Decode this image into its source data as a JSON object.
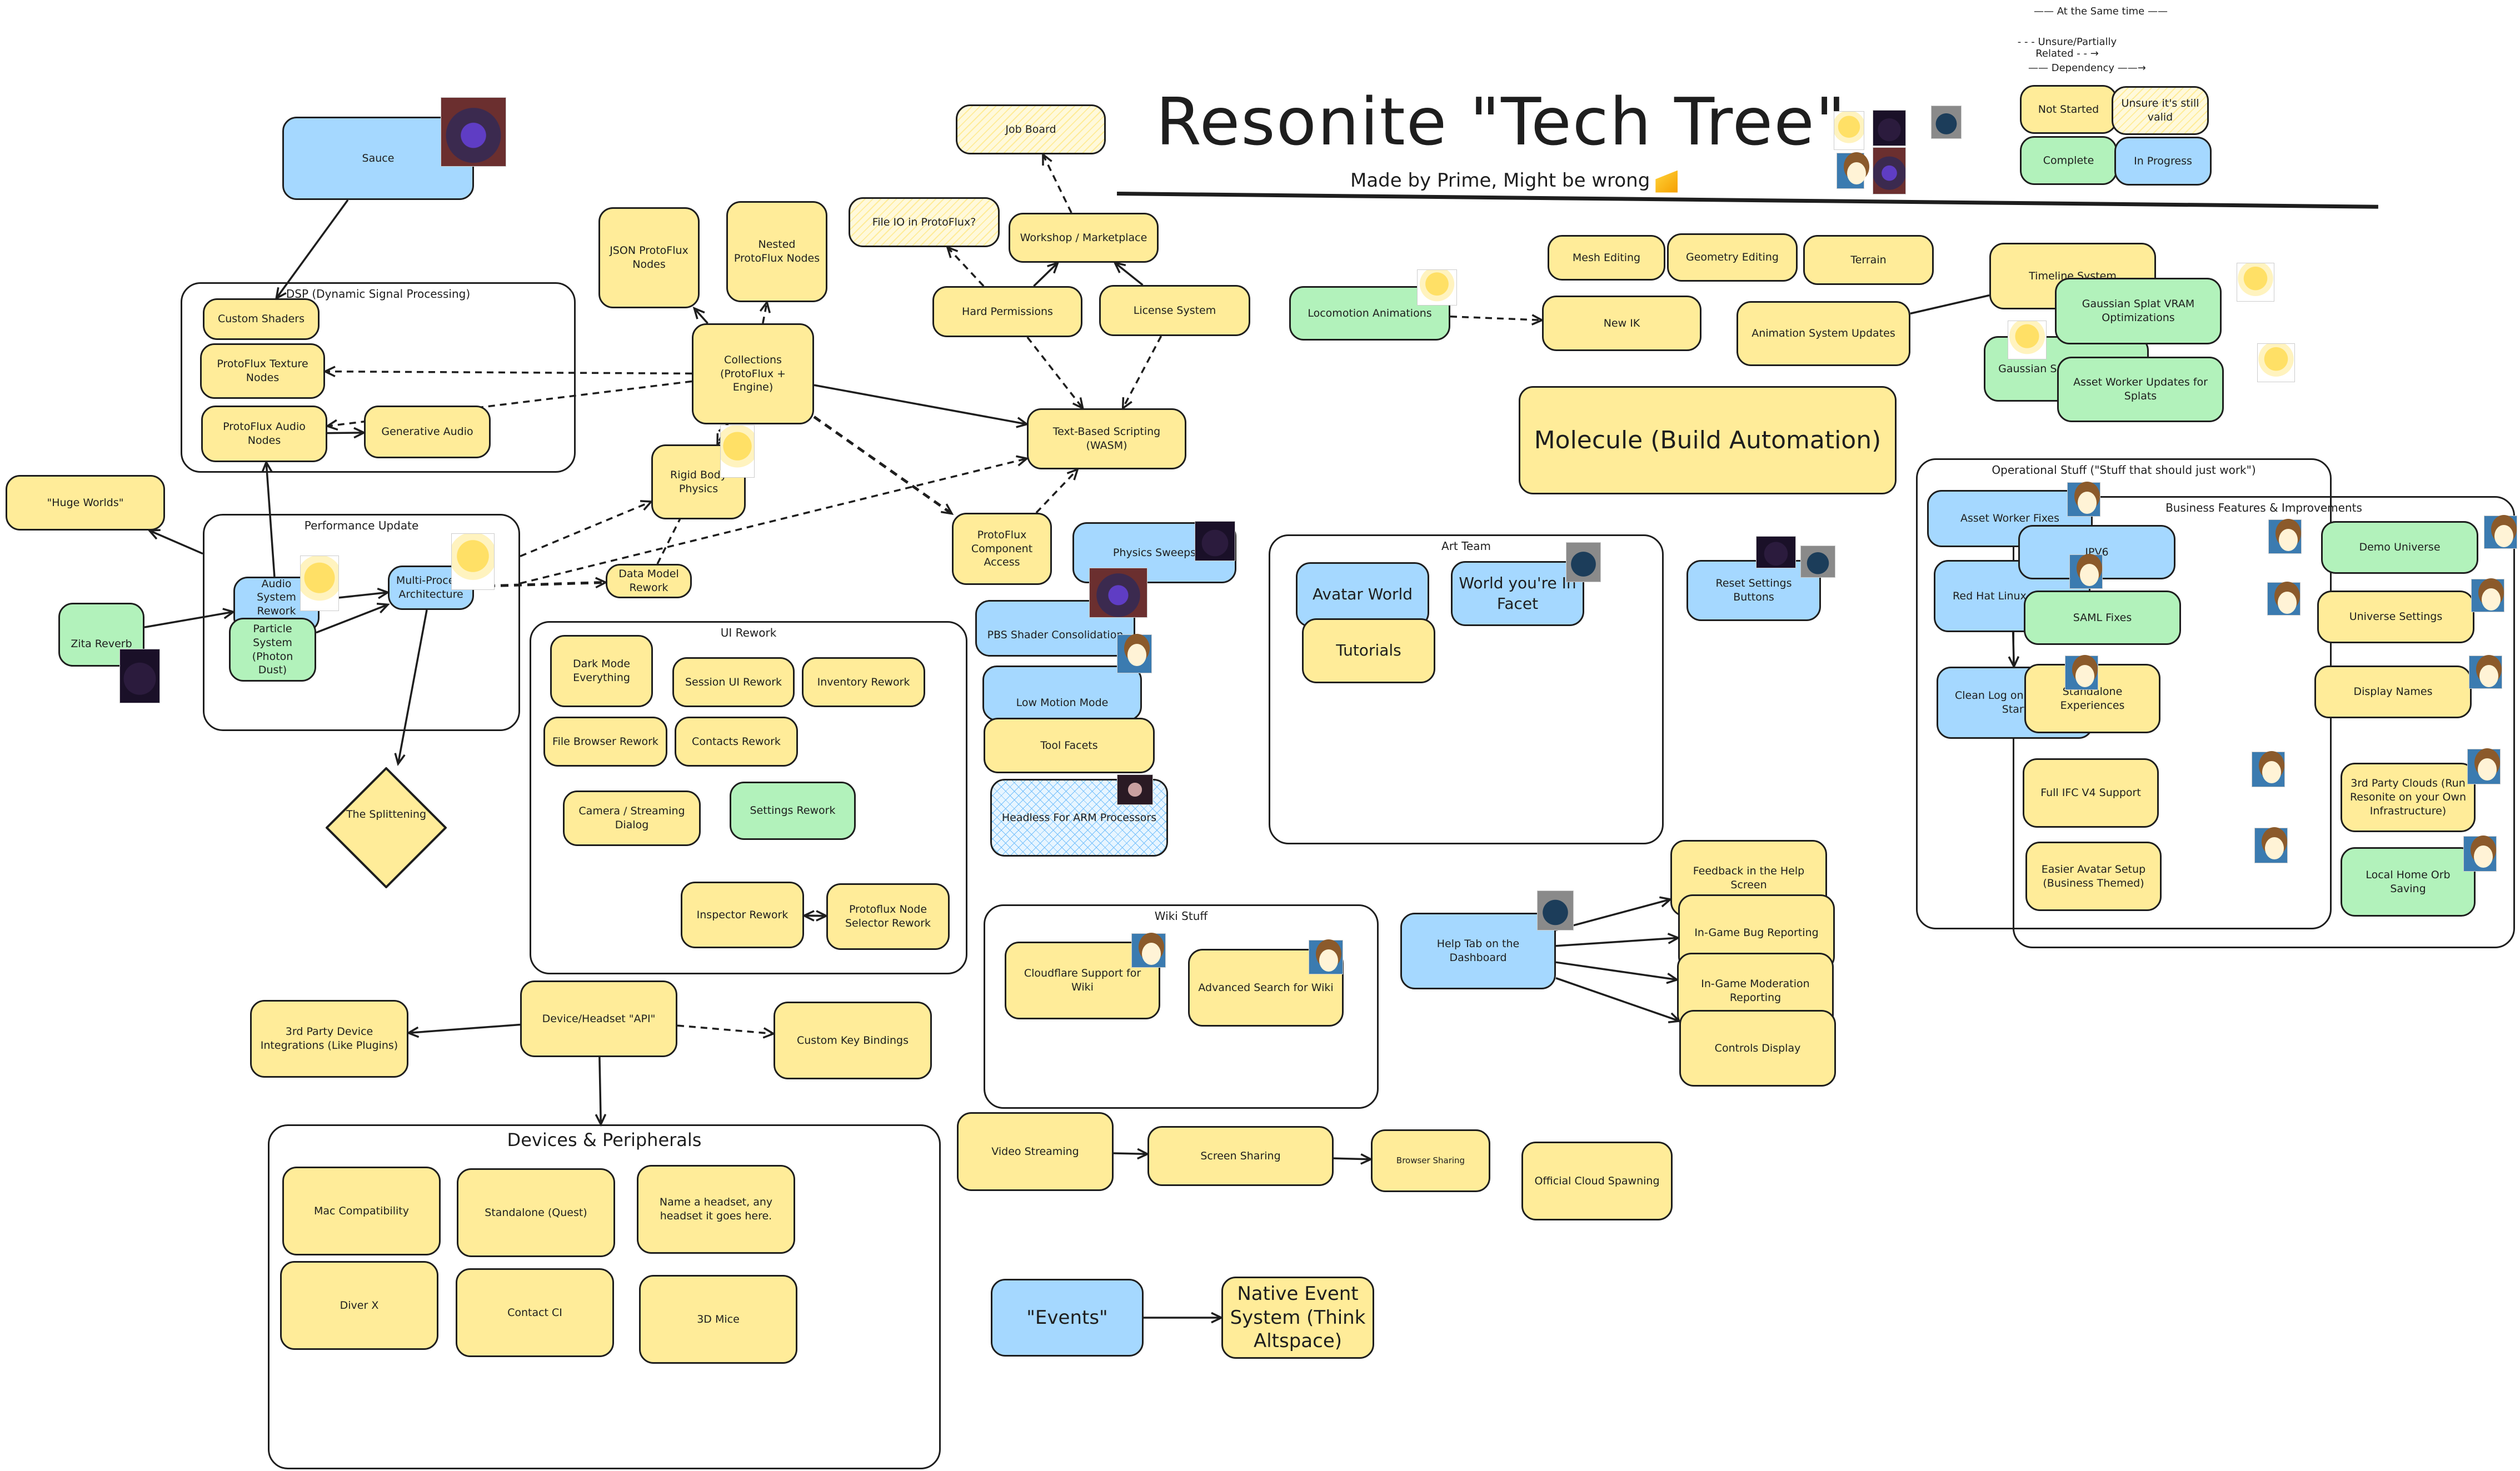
{
  "title": "Resonite \"Tech Tree\"",
  "subtitle": "Made by Prime, Might be wrong",
  "colors": {
    "not_started": "#ffec99",
    "complete": "#b2f2bb",
    "in_progress": "#a5d8ff",
    "stroke": "#1e1e1e"
  },
  "legend": {
    "same_time": "At the Same time",
    "unsure": "Unsure/Partially Related",
    "dependency": "Dependency",
    "not_started": "Not Started",
    "unsure_valid": "Unsure it's still valid",
    "complete": "Complete",
    "in_progress": "In Progress"
  },
  "groups": {
    "dsp": "DSP (Dynamic Signal Processing)",
    "performance": "Performance Update",
    "ui_rework": "UI Rework",
    "wiki": "Wiki Stuff",
    "art_team": "Art Team",
    "operational": "Operational Stuff (\"Stuff that should just work\")",
    "business": "Business Features & Improvements",
    "devices": "Devices & Peripherals"
  },
  "nodes": {
    "sauce": "Sauce",
    "custom_shaders": "Custom Shaders",
    "pf_texture": "ProtoFlux Texture Nodes",
    "pf_audio": "ProtoFlux Audio Nodes",
    "gen_audio": "Generative Audio",
    "huge_worlds": "\"Huge Worlds\"",
    "audio_rework": "Audio System Rework (Awwdio)",
    "multi_process": "Multi-Process Architecture",
    "particle": "Particle System (Photon Dust)",
    "zita": "Zita Reverb",
    "splittening": "The Splittening",
    "json_pf": "JSON ProtoFlux Nodes",
    "nested_pf": "Nested ProtoFlux Nodes",
    "collections": "Collections (ProtoFlux + Engine)",
    "rigid_body": "Rigid Body Physics",
    "data_model": "Data Model Rework",
    "job_board": "Job Board",
    "file_io": "File IO in ProtoFlux?",
    "workshop": "Workshop / Marketplace",
    "hard_perms": "Hard Permissions",
    "license": "License System",
    "wasm": "Text-Based Scripting (WASM)",
    "pf_component": "ProtoFlux Component Access",
    "physics_sweeps": "Physics Sweeps",
    "pbs": "PBS Shader Consolidation",
    "low_motion": "Low Motion Mode",
    "tool_facets": "Tool Facets",
    "headless_arm": "Headless For ARM Processors",
    "dark_mode": "Dark Mode Everything",
    "session_ui": "Session UI Rework",
    "inventory": "Inventory Rework",
    "file_browser": "File Browser Rework",
    "contacts": "Contacts Rework",
    "camera": "Camera / Streaming Dialog",
    "settings": "Settings Rework",
    "inspector": "Inspector Rework",
    "pf_selector": "Protoflux Node Selector Rework",
    "cloudflare": "Cloudflare Support for Wiki",
    "adv_search": "Advanced Search for Wiki",
    "device_api": "Device/Headset \"API\"",
    "third_party_dev": "3rd Party Device Integrations (Like Plugins)",
    "custom_keys": "Custom Key Bindings",
    "mac": "Mac Compatibility",
    "standalone_quest": "Standalone (Quest)",
    "name_headset": "Name a headset, any headset it goes here.",
    "diver_x": "Diver X",
    "contact_ci": "Contact CI",
    "mice_3d": "3D Mice",
    "video_streaming": "Video Streaming",
    "screen_sharing": "Screen Sharing",
    "browser_sharing": "Browser Sharing",
    "cloud_spawning": "Official Cloud Spawning",
    "events": "\"Events\"",
    "native_events": "Native Event System (Think Altspace)",
    "locomotion": "Locomotion Animations",
    "mesh_editing": "Mesh Editing",
    "geometry_editing": "Geometry Editing",
    "terrain": "Terrain",
    "new_ik": "New IK",
    "anim_updates": "Animation System Updates",
    "timeline": "Timeline System",
    "gs_render": "Gaussian Splat Rendering",
    "gs_vram": "Gaussian Splat VRAM Optimizations",
    "gs_asset": "Asset Worker Updates for Splats",
    "molecule": "Molecule (Build Automation)",
    "avatar_world": "Avatar World",
    "world_facet": "World you're In Facet",
    "tutorials": "Tutorials",
    "reset_settings": "Reset Settings Buttons",
    "help_tab": "Help Tab on the Dashboard",
    "feedback_help": "Feedback in the Help Screen",
    "bug_report": "In-Game Bug Reporting",
    "mod_report": "In-Game Moderation Reporting",
    "controls_display": "Controls Display",
    "asset_worker_fixes": "Asset Worker Fixes",
    "redhat": "Red Hat Linux Support",
    "clean_log": "Clean Log on Headless Start",
    "ipv6": "IPV6",
    "saml": "SAML Fixes",
    "standalone_exp": "Standalone Experiences",
    "ifc": "Full IFC V4 Support",
    "easier_avatar": "Easier Avatar Setup (Business Themed)",
    "demo_universe": "Demo Universe",
    "universe_settings": "Universe Settings",
    "display_names": "Display Names",
    "third_party_clouds": "3rd Party Clouds (Run Resonite on your Own Infrastructure)",
    "home_orb": "Local Home Orb Saving"
  },
  "edges": [
    {
      "from": "sauce",
      "to": "custom_shaders",
      "style": "solid"
    },
    {
      "from": "pf_audio",
      "to": "gen_audio",
      "style": "solid"
    },
    {
      "from": "collections",
      "to": "pf_texture",
      "style": "dashed"
    },
    {
      "from": "collections",
      "to": "pf_audio",
      "style": "dashed"
    },
    {
      "from": "collections",
      "to": "json_pf",
      "style": "solid"
    },
    {
      "from": "collections",
      "to": "nested_pf",
      "style": "dashed"
    },
    {
      "from": "collections",
      "to": "wasm",
      "style": "solid"
    },
    {
      "from": "collections",
      "to": "rigid_body",
      "style": "dashed"
    },
    {
      "from": "collections",
      "to": "pf_component",
      "style": "dashed-bold"
    },
    {
      "from": "data_model",
      "to": "collections",
      "style": "dashed"
    },
    {
      "from": "performance",
      "to": "wasm",
      "style": "dashed"
    },
    {
      "from": "performance",
      "to": "rigid_body",
      "style": "dashed"
    },
    {
      "from": "multi_process",
      "to": "data_model",
      "style": "dashed-bold"
    },
    {
      "from": "hard_perms",
      "to": "file_io",
      "style": "dashed"
    },
    {
      "from": "hard_perms",
      "to": "workshop",
      "style": "solid"
    },
    {
      "from": "license",
      "to": "workshop",
      "style": "solid"
    },
    {
      "from": "workshop",
      "to": "job_board",
      "style": "dashed"
    },
    {
      "from": "hard_perms",
      "to": "wasm",
      "style": "dashed"
    },
    {
      "from": "license",
      "to": "wasm",
      "style": "dashed"
    },
    {
      "from": "pf_component",
      "to": "wasm",
      "style": "dashed"
    },
    {
      "from": "zita",
      "to": "audio_rework",
      "style": "solid"
    },
    {
      "from": "audio_rework",
      "to": "multi_process",
      "style": "solid"
    },
    {
      "from": "particle",
      "to": "multi_process",
      "style": "solid"
    },
    {
      "from": "audio_rework",
      "to": "pf_audio",
      "style": "solid"
    },
    {
      "from": "performance",
      "to": "huge_worlds",
      "style": "solid"
    },
    {
      "from": "multi_process",
      "to": "splittening",
      "style": "solid"
    },
    {
      "from": "inspector",
      "to": "pf_selector",
      "style": "solid"
    },
    {
      "from": "pf_selector",
      "to": "inspector",
      "style": "solid"
    },
    {
      "from": "device_api",
      "to": "third_party_dev",
      "style": "solid"
    },
    {
      "from": "device_api",
      "to": "custom_keys",
      "style": "dashed"
    },
    {
      "from": "device_api",
      "to": "devices",
      "style": "solid"
    },
    {
      "from": "video_streaming",
      "to": "screen_sharing",
      "style": "solid"
    },
    {
      "from": "screen_sharing",
      "to": "browser_sharing",
      "style": "solid"
    },
    {
      "from": "events",
      "to": "native_events",
      "style": "solid"
    },
    {
      "from": "locomotion",
      "to": "new_ik",
      "style": "dashed"
    },
    {
      "from": "anim_updates",
      "to": "timeline",
      "style": "line"
    },
    {
      "from": "gs_render",
      "to": "gs_vram",
      "style": "solid"
    },
    {
      "from": "gs_render",
      "to": "gs_asset",
      "style": "solid"
    },
    {
      "from": "help_tab",
      "to": "feedback_help",
      "style": "solid"
    },
    {
      "from": "help_tab",
      "to": "bug_report",
      "style": "solid"
    },
    {
      "from": "help_tab",
      "to": "mod_report",
      "style": "solid"
    },
    {
      "from": "help_tab",
      "to": "controls_display",
      "style": "solid"
    },
    {
      "from": "redhat",
      "to": "clean_log",
      "style": "solid"
    }
  ]
}
